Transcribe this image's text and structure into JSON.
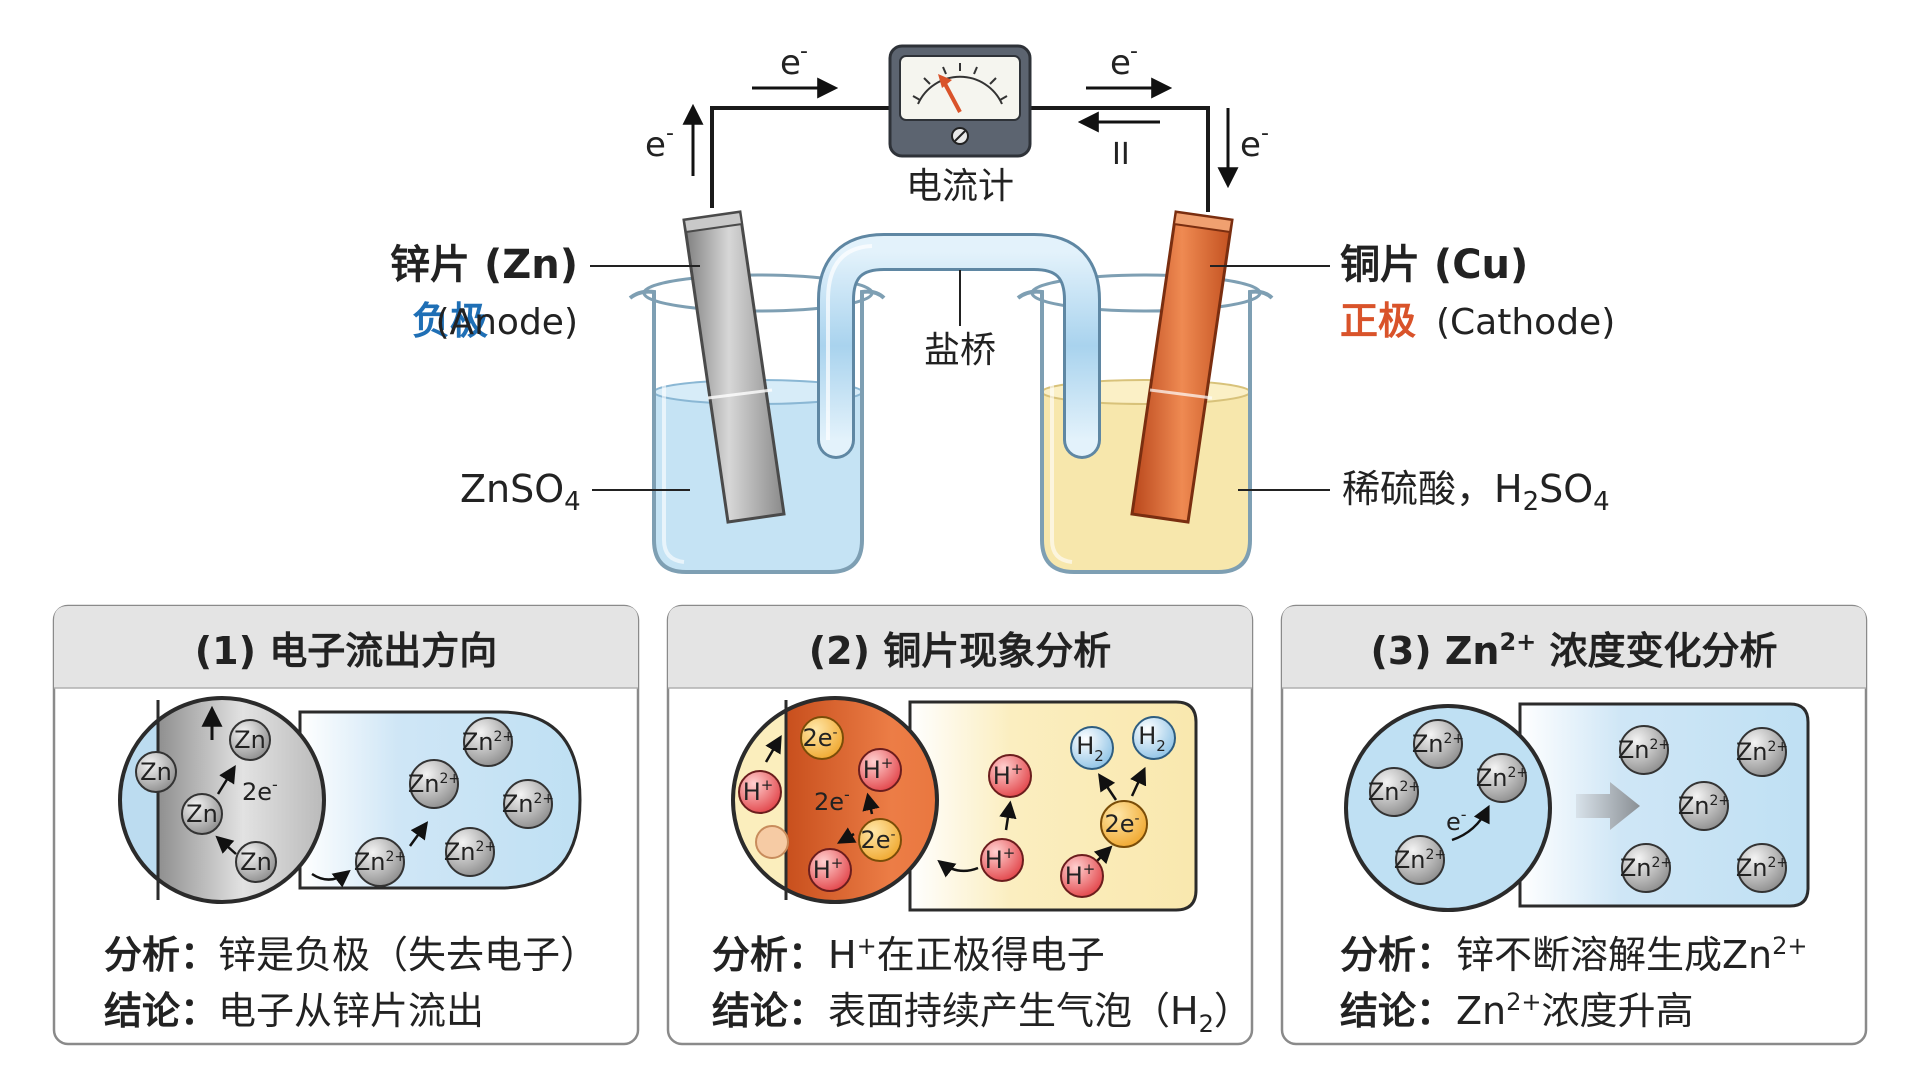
{
  "top": {
    "electron": "e",
    "electron_sup": "-",
    "meter_label": "电流计",
    "meter_mark": "II",
    "zn_title": "锌片 (Zn)",
    "zn_role": "负极",
    "zn_role_en": "(Anode)",
    "cu_title": "铜片 (Cu)",
    "cu_role": "正极",
    "cu_role_en": "(Cathode)",
    "salt_bridge": "盐桥",
    "left_solution": "ZnSO",
    "left_solution_sub": "4",
    "right_solution": "稀硫酸，H",
    "right_solution_sub1": "2",
    "right_solution_mid": "SO",
    "right_solution_sub2": "4"
  },
  "colors": {
    "anode_blue": "#1f6fb5",
    "cathode_red": "#d9532a",
    "zinc_gray": "#a9a9a9",
    "copper": "#d9622e",
    "zn_solution": "#bfe0f3",
    "acid_solution": "#f7e6a8"
  },
  "panels": [
    {
      "title": "(1) 电子流出方向",
      "analysis_label": "分析：",
      "analysis_text": "锌是负极（失去电子）",
      "conclusion_label": "结论：",
      "conclusion_text": "电子从锌片流出",
      "ions": {
        "zn": "Zn",
        "zn2": "Zn",
        "sup2": "2+",
        "e2": "2e",
        "eminus": "-"
      }
    },
    {
      "title": "(2) 铜片现象分析",
      "analysis_label": "分析：",
      "analysis_text_sym": "H",
      "analysis_text_sup": "+",
      "analysis_text_rest": "在正极得电子",
      "conclusion_label": "结论：",
      "conclusion_text": "表面持续产生气泡（H",
      "conclusion_sub": "2",
      "conclusion_end": "）",
      "ions": {
        "h": "H",
        "plus": "+",
        "e2": "2e",
        "eminus": "-",
        "h2": "H",
        "sub2": "2"
      }
    },
    {
      "title": "(3) Zn",
      "title_sup": "2+",
      "title_rest": " 浓度变化分析",
      "analysis_label": "分析：",
      "analysis_text": "锌不断溶解生成Zn",
      "analysis_sup": "2+",
      "conclusion_label": "结论：",
      "conclusion_text": "Zn",
      "conclusion_sup": "2+",
      "conclusion_rest": "浓度升高",
      "ions": {
        "zn": "Zn",
        "sup2": "2+",
        "e": "e",
        "eminus": "-"
      }
    }
  ]
}
